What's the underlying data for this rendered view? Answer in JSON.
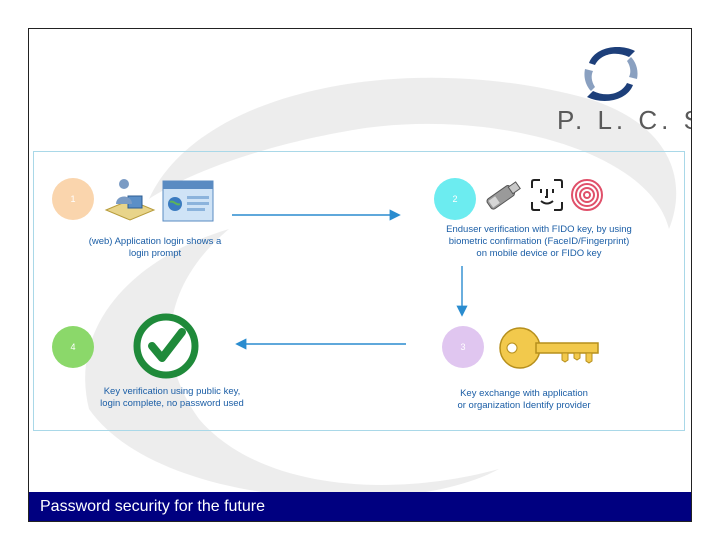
{
  "logo": {
    "text": "P. L. C. S."
  },
  "steps": [
    {
      "number": "1",
      "text": "(web) Application login shows a login prompt",
      "color": "#fad5ad"
    },
    {
      "number": "2",
      "text": "Enduser verification with FIDO key, by using biometric confirmation (FaceID/Fingerprint) on mobile device or FIDO key",
      "color": "#6cecf0"
    },
    {
      "number": "3",
      "text": "Key exchange with application or organization Identify provider",
      "color": "#e0c6f0"
    },
    {
      "number": "4",
      "text": "Key verification using public key, login complete, no password used",
      "color": "#8bd86a"
    }
  ],
  "step1": {
    "line1": "(web) Application login shows a",
    "line2": "login prompt"
  },
  "step2": {
    "line1": "Enduser verification with FIDO key, by using",
    "line2": "biometric confirmation (FaceID/Fingerprint)",
    "line3": "on mobile device or FIDO key"
  },
  "step3": {
    "line1": "Key exchange with application",
    "line2": "or organization Identify provider"
  },
  "step4": {
    "line1": "Key verification using public key,",
    "line2": "login complete, no password used"
  },
  "footer": {
    "title": "Password security for the future"
  },
  "colors": {
    "arrow": "#2a8ccf",
    "footer_bg": "#000080",
    "text": "#1b5ea6",
    "check": "#1f8a3a",
    "key": "#f2c94c"
  }
}
